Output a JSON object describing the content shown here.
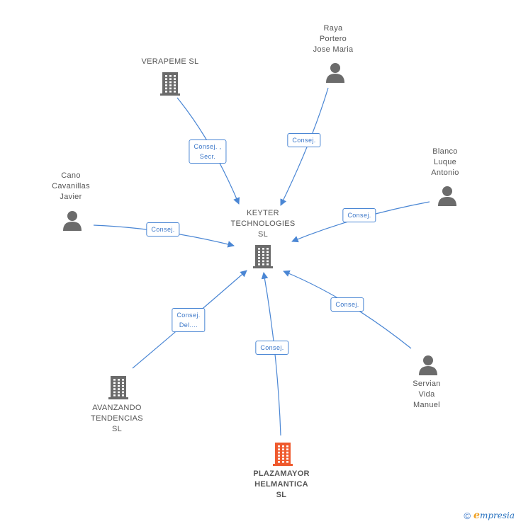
{
  "colors": {
    "edge": "#4a86d4",
    "icon": "#6b6b6b",
    "focus_icon": "#ef5a2e",
    "label": "#555555"
  },
  "nodes": [
    {
      "id": "keyter",
      "type": "company",
      "lines": [
        "KEYTER",
        "TECHNOLOGIES",
        "SL"
      ]
    },
    {
      "id": "verapeme",
      "type": "company",
      "lines": [
        "VERAPEME SL"
      ]
    },
    {
      "id": "raya",
      "type": "person",
      "lines": [
        "Raya",
        "Portero",
        "Jose Maria"
      ]
    },
    {
      "id": "blanco",
      "type": "person",
      "lines": [
        "Blanco",
        "Luque",
        "Antonio"
      ]
    },
    {
      "id": "cano",
      "type": "person",
      "lines": [
        "Cano",
        "Cavanillas",
        "Javier"
      ]
    },
    {
      "id": "servian",
      "type": "person",
      "lines": [
        "Servian",
        "Vida",
        "Manuel"
      ]
    },
    {
      "id": "avanzando",
      "type": "company",
      "lines": [
        "AVANZANDO",
        "TENDENCIAS",
        "SL"
      ]
    },
    {
      "id": "plazamayor",
      "type": "company",
      "focus": true,
      "lines": [
        "PLAZAMAYOR",
        "HELMANTICA",
        "SL"
      ]
    }
  ],
  "edges": [
    {
      "from": "verapeme",
      "to": "keyter",
      "label": [
        "Consej. ,",
        "Secr."
      ]
    },
    {
      "from": "raya",
      "to": "keyter",
      "label": [
        "Consej."
      ]
    },
    {
      "from": "blanco",
      "to": "keyter",
      "label": [
        "Consej."
      ]
    },
    {
      "from": "cano",
      "to": "keyter",
      "label": [
        "Consej."
      ]
    },
    {
      "from": "servian",
      "to": "keyter",
      "label": [
        "Consej."
      ]
    },
    {
      "from": "avanzando",
      "to": "keyter",
      "label": [
        "Consej.",
        "Del...."
      ]
    },
    {
      "from": "plazamayor",
      "to": "keyter",
      "label": [
        "Consej."
      ]
    }
  ],
  "footer": {
    "copyright": "©",
    "brand_first": "e",
    "brand_rest": "mpresia"
  }
}
